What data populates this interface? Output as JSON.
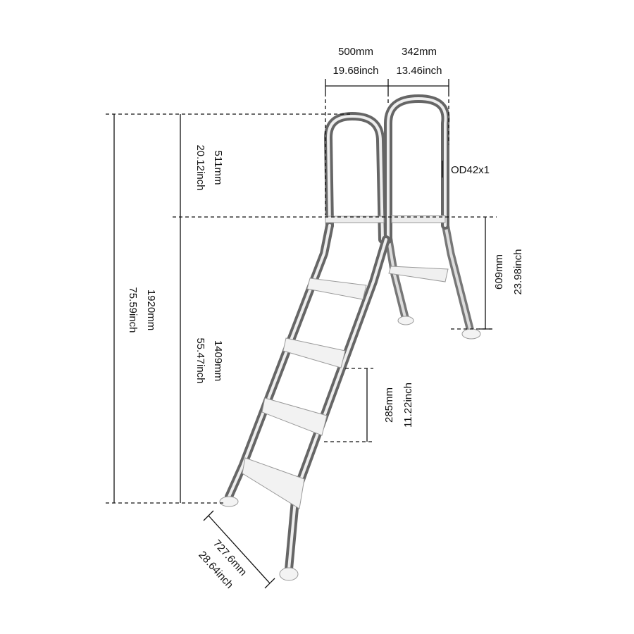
{
  "dimensions": {
    "top_left_width": {
      "mm": "500mm",
      "inch": "19.68inch"
    },
    "top_right_width": {
      "mm": "342mm",
      "inch": "13.46inch"
    },
    "handrail_height": {
      "mm": "511mm",
      "inch": "20.12inch"
    },
    "total_height": {
      "mm": "1920mm",
      "inch": "75.59inch"
    },
    "ladder_height": {
      "mm": "1409mm",
      "inch": "55.47inch"
    },
    "platform_height": {
      "mm": "609mm",
      "inch": "23.98inch"
    },
    "step_spacing": {
      "mm": "285mm",
      "inch": "11.22inch"
    },
    "base_depth": {
      "mm": "727.6mm",
      "inch": "28.64inch"
    },
    "tube_spec": "OD42x1"
  }
}
